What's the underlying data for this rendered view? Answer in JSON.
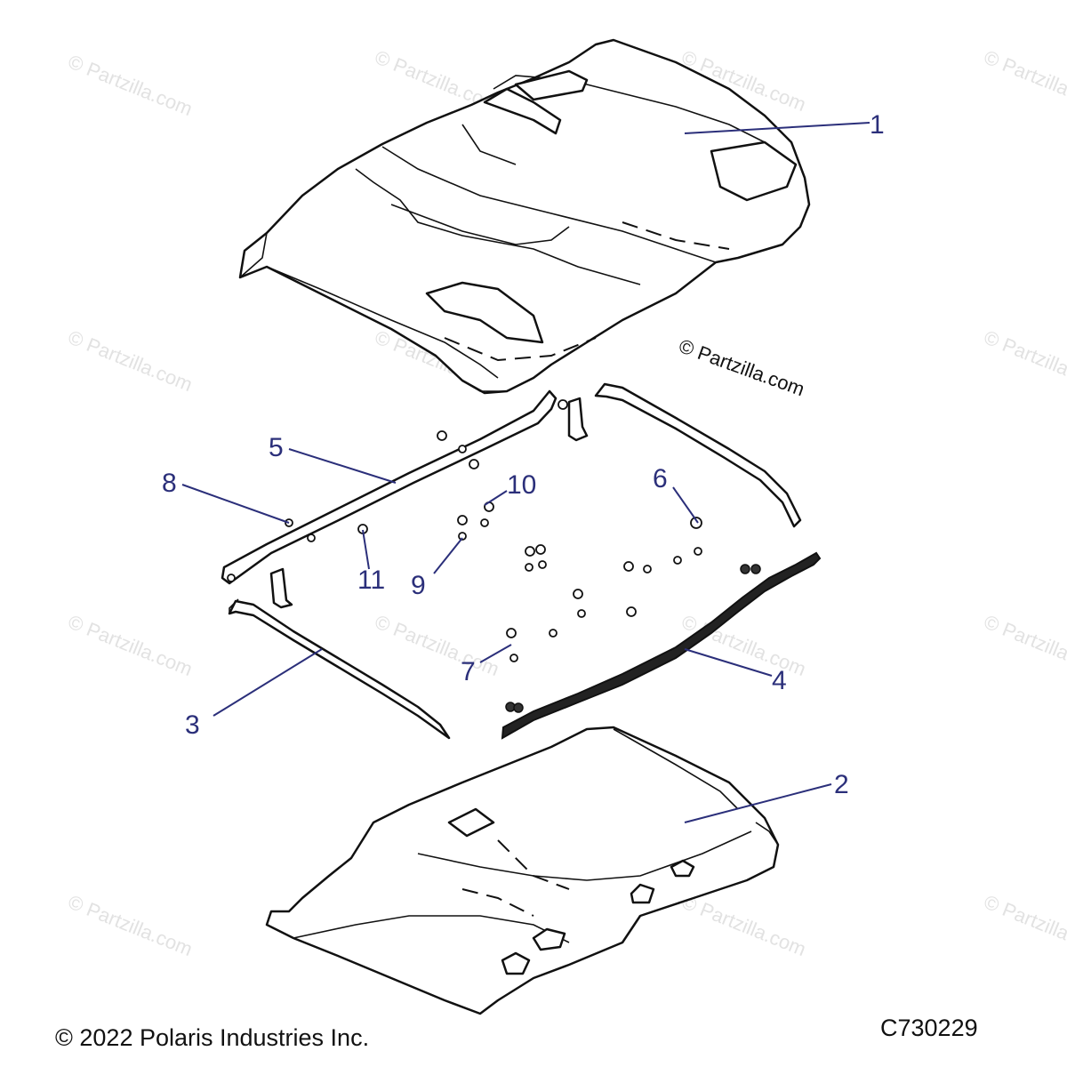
{
  "watermark": "© Partzilla.com",
  "copyright_mark": "© Partzilla.com",
  "footer": {
    "copyright": "© 2022 Polaris Industries Inc.",
    "diagram_code": "C730229"
  },
  "callouts": [
    {
      "id": "1",
      "label": "1"
    },
    {
      "id": "2",
      "label": "2"
    },
    {
      "id": "3",
      "label": "3"
    },
    {
      "id": "4",
      "label": "4"
    },
    {
      "id": "5",
      "label": "5"
    },
    {
      "id": "6",
      "label": "6"
    },
    {
      "id": "7",
      "label": "7"
    },
    {
      "id": "8",
      "label": "8"
    },
    {
      "id": "9",
      "label": "9"
    },
    {
      "id": "10",
      "label": "10"
    },
    {
      "id": "11",
      "label": "11"
    }
  ],
  "colors": {
    "callout": "#2b2f7a",
    "line": "#111111",
    "watermark": "#e2e2e2"
  }
}
